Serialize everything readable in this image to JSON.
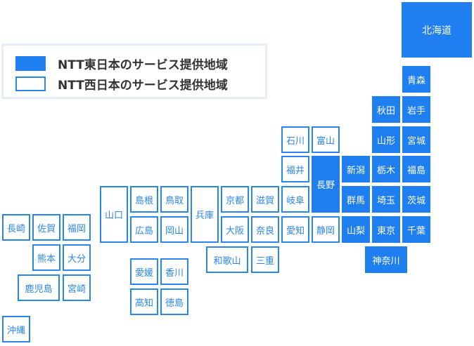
{
  "colors": {
    "east": "#1f7ff0",
    "west_border": "#2a86ef",
    "legend_text": "#333333"
  },
  "legend": {
    "east_label": "NTT東日本のサービス提供地域",
    "west_label": "NTT西日本のサービス提供地域"
  },
  "prefectures": {
    "hokkaido": "北海道",
    "aomori": "青森",
    "akita": "秋田",
    "iwate": "岩手",
    "yamagata": "山形",
    "miyagi": "宮城",
    "niigata": "新潟",
    "tochigi": "栃木",
    "fukushima": "福島",
    "nagano": "長野",
    "gunma": "群馬",
    "saitama": "埼玉",
    "ibaraki": "茨城",
    "yamanashi": "山梨",
    "tokyo": "東京",
    "chiba": "千葉",
    "kanagawa": "神奈川",
    "ishikawa": "石川",
    "toyama": "富山",
    "fukui": "福井",
    "gifu": "岐阜",
    "shizuoka": "静岡",
    "aichi": "愛知",
    "shiga": "滋賀",
    "kyoto": "京都",
    "nara": "奈良",
    "osaka": "大阪",
    "mie": "三重",
    "wakayama": "和歌山",
    "hyogo": "兵庫",
    "tottori": "鳥取",
    "shimane": "島根",
    "okayama": "岡山",
    "hiroshima": "広島",
    "yamaguchi": "山口",
    "ehime": "愛媛",
    "kagawa": "香川",
    "kochi": "高知",
    "tokushima": "徳島",
    "nagasaki": "長崎",
    "saga": "佐賀",
    "fukuoka": "福岡",
    "kumamoto": "熊本",
    "oita": "大分",
    "kagoshima": "鹿児島",
    "miyazaki": "宮崎",
    "okinawa": "沖縄"
  },
  "prefecture_regions": {
    "hokkaido": "east",
    "aomori": "east",
    "akita": "east",
    "iwate": "east",
    "yamagata": "east",
    "miyagi": "east",
    "niigata": "east",
    "tochigi": "east",
    "fukushima": "east",
    "nagano": "east",
    "gunma": "east",
    "saitama": "east",
    "ibaraki": "east",
    "yamanashi": "east",
    "tokyo": "east",
    "chiba": "east",
    "kanagawa": "east",
    "ishikawa": "west",
    "toyama": "west",
    "fukui": "west",
    "gifu": "west",
    "shizuoka": "west",
    "aichi": "west",
    "shiga": "west",
    "kyoto": "west",
    "nara": "west",
    "osaka": "west",
    "mie": "west",
    "wakayama": "west",
    "hyogo": "west",
    "tottori": "west",
    "shimane": "west",
    "okayama": "west",
    "hiroshima": "west",
    "yamaguchi": "west",
    "ehime": "west",
    "kagawa": "west",
    "kochi": "west",
    "tokushima": "west",
    "nagasaki": "west",
    "saga": "west",
    "fukuoka": "west",
    "kumamoto": "west",
    "oita": "west",
    "kagoshima": "west",
    "miyazaki": "west",
    "okinawa": "west"
  }
}
